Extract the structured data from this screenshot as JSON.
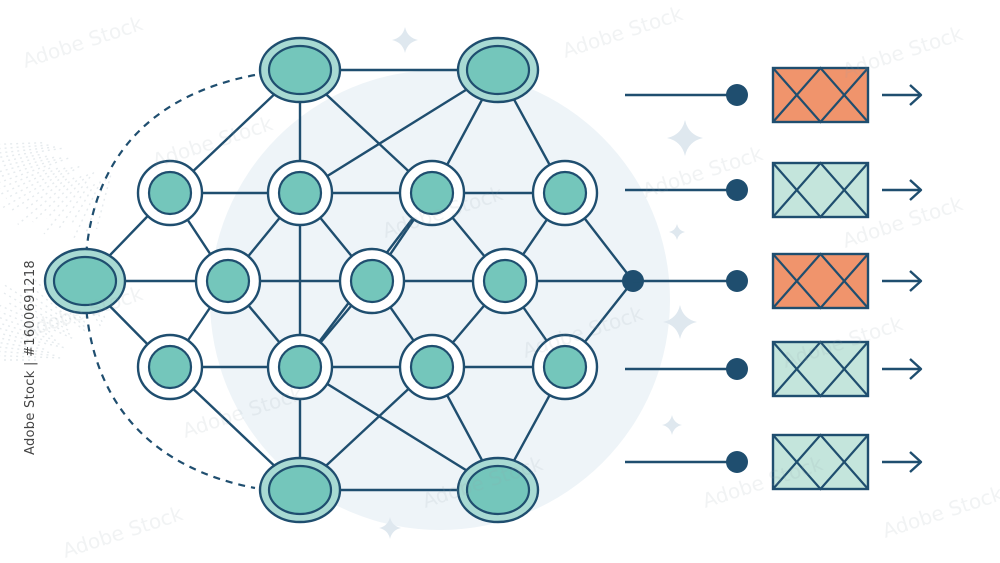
{
  "stock_id_text": "Adobe Stock | #1600691218",
  "watermark_text": "Adobe Stock",
  "colors": {
    "stroke": "#1f4e6f",
    "node_fill": "#74c6bb",
    "node_ring_light": "#ffffff",
    "node_ring_dark": "#a8dad3",
    "output_orange": "#f0946c",
    "output_mint": "#c4e5dc",
    "halo": "#eef4f8",
    "sparkle": "#dfe8ef"
  },
  "nodes": [
    {
      "id": "top-left",
      "kind": "large"
    },
    {
      "id": "top-right",
      "kind": "large"
    },
    {
      "id": "left-hub",
      "kind": "large"
    },
    {
      "id": "bottom-left",
      "kind": "large"
    },
    {
      "id": "bottom-right",
      "kind": "large"
    },
    {
      "id": "a1",
      "kind": "small"
    },
    {
      "id": "a2",
      "kind": "small"
    },
    {
      "id": "a3",
      "kind": "small"
    },
    {
      "id": "a4",
      "kind": "small"
    },
    {
      "id": "b1",
      "kind": "small"
    },
    {
      "id": "b2",
      "kind": "small"
    },
    {
      "id": "b3",
      "kind": "small"
    },
    {
      "id": "c1",
      "kind": "small"
    },
    {
      "id": "c2",
      "kind": "small"
    },
    {
      "id": "c3",
      "kind": "small"
    },
    {
      "id": "c4",
      "kind": "small"
    },
    {
      "id": "hub-dot",
      "kind": "dot"
    }
  ],
  "outputs": [
    {
      "color": "orange"
    },
    {
      "color": "mint"
    },
    {
      "color": "orange"
    },
    {
      "color": "mint"
    },
    {
      "color": "mint"
    }
  ],
  "icons": [
    "arrow-right-icon",
    "sparkle-icon"
  ]
}
